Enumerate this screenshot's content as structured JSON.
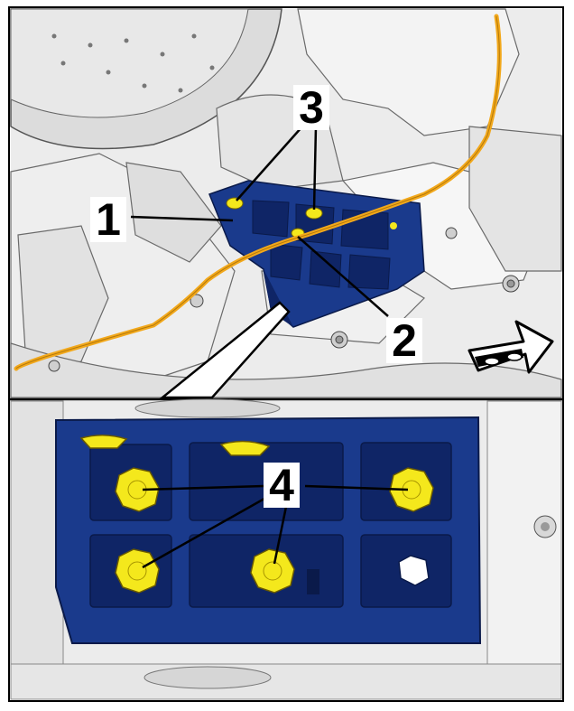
{
  "callouts": {
    "c1": "1",
    "c2": "2",
    "c3": "3",
    "c4": "4"
  },
  "colors": {
    "bracket": "#1a3a8c",
    "bracket_dark": "#0f2566",
    "bolt": "#f4e81c",
    "wire": "#f2a81b",
    "background_gray": "#e9e9e9",
    "line_gray": "#9a9a9a"
  },
  "icons": {
    "direction_arrow": "forward-direction-arrow-icon"
  }
}
